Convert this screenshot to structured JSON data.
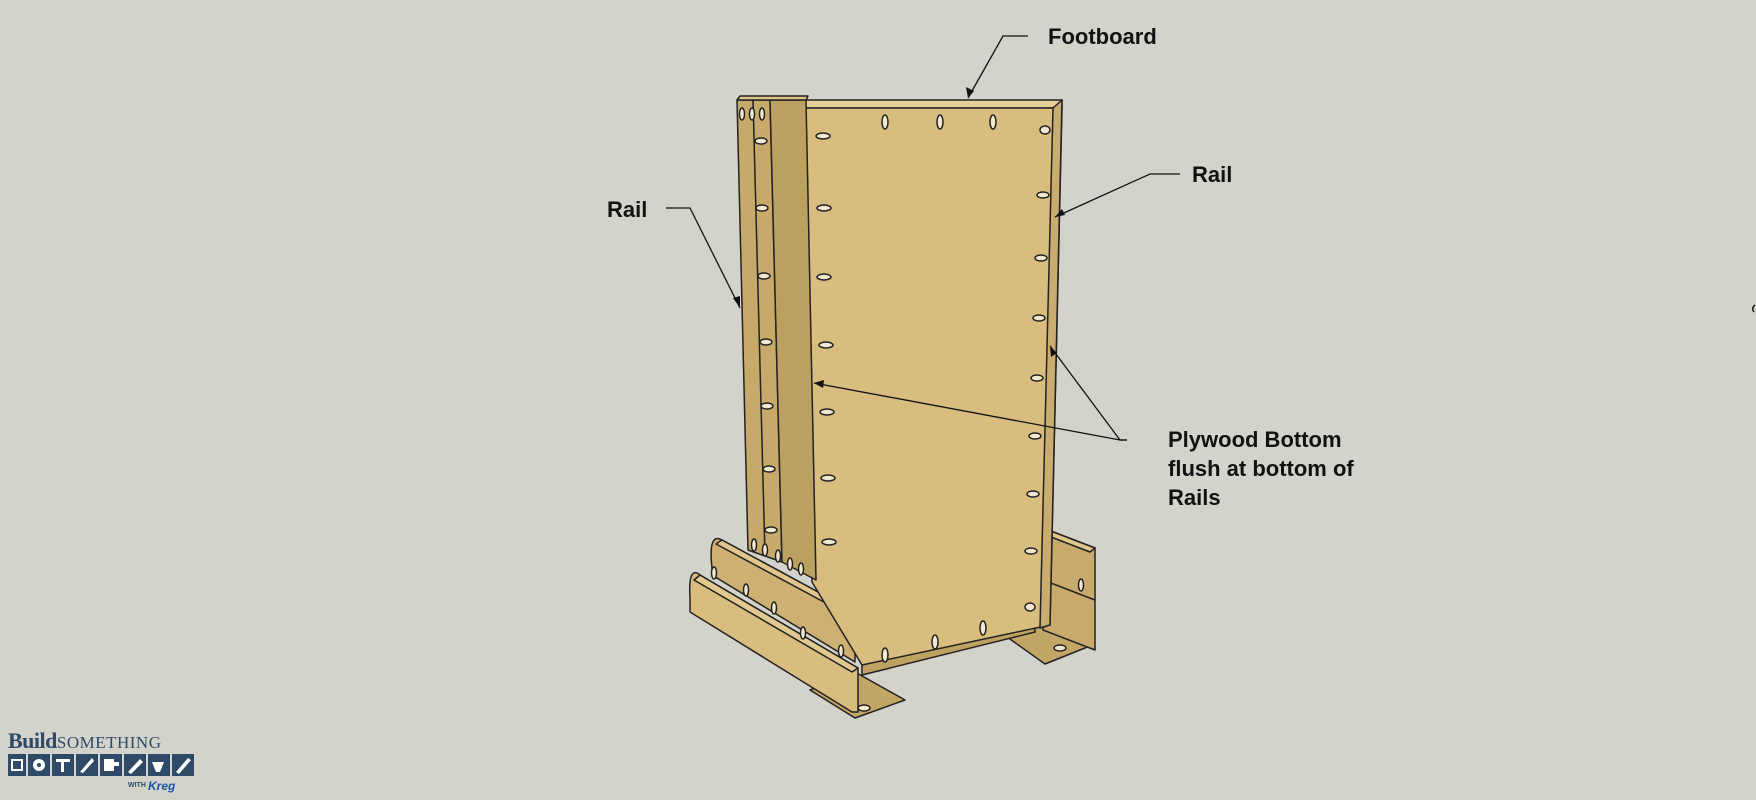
{
  "labels": {
    "footboard": "Footboard",
    "rail_left": "Rail",
    "rail_right": "Rail",
    "plywood_line1": "Plywood Bottom",
    "plywood_line2": "flush at bottom of",
    "plywood_line3": "Rails"
  },
  "logo": {
    "build": "Build",
    "something": "SOMETHING",
    "with": "WITH",
    "brand": "Kreg"
  },
  "colors": {
    "background": "#d4d3cb",
    "wood_face": "#d8bd7f",
    "wood_side": "#c2a666",
    "wood_dark": "#a88d50",
    "outline": "#222222",
    "logo_blue": "#2e4a66"
  }
}
